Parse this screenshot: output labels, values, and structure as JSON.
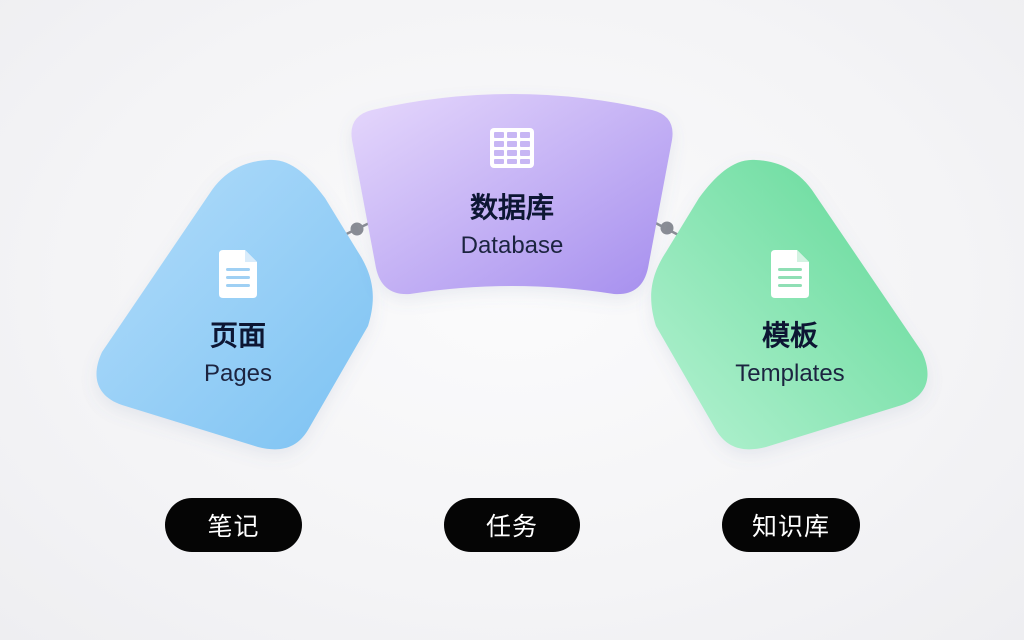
{
  "cards": {
    "pages": {
      "title": "页面",
      "subtitle": "Pages",
      "icon": "document-icon",
      "color_from": "#a9d9fb",
      "color_to": "#7ec4f3"
    },
    "database": {
      "title": "数据库",
      "subtitle": "Database",
      "icon": "table-grid-icon",
      "color_from": "#e4d3fb",
      "color_to": "#a890ef"
    },
    "templates": {
      "title": "模板",
      "subtitle": "Templates",
      "icon": "document-icon",
      "color_from": "#a6f0c9",
      "color_to": "#6ed9a0"
    }
  },
  "pills": {
    "notes": "笔记",
    "tasks": "任务",
    "knowledge_base": "知识库"
  },
  "colors": {
    "pill_bg": "#050505",
    "pill_text": "#ffffff",
    "connector": "#8a8d95"
  }
}
